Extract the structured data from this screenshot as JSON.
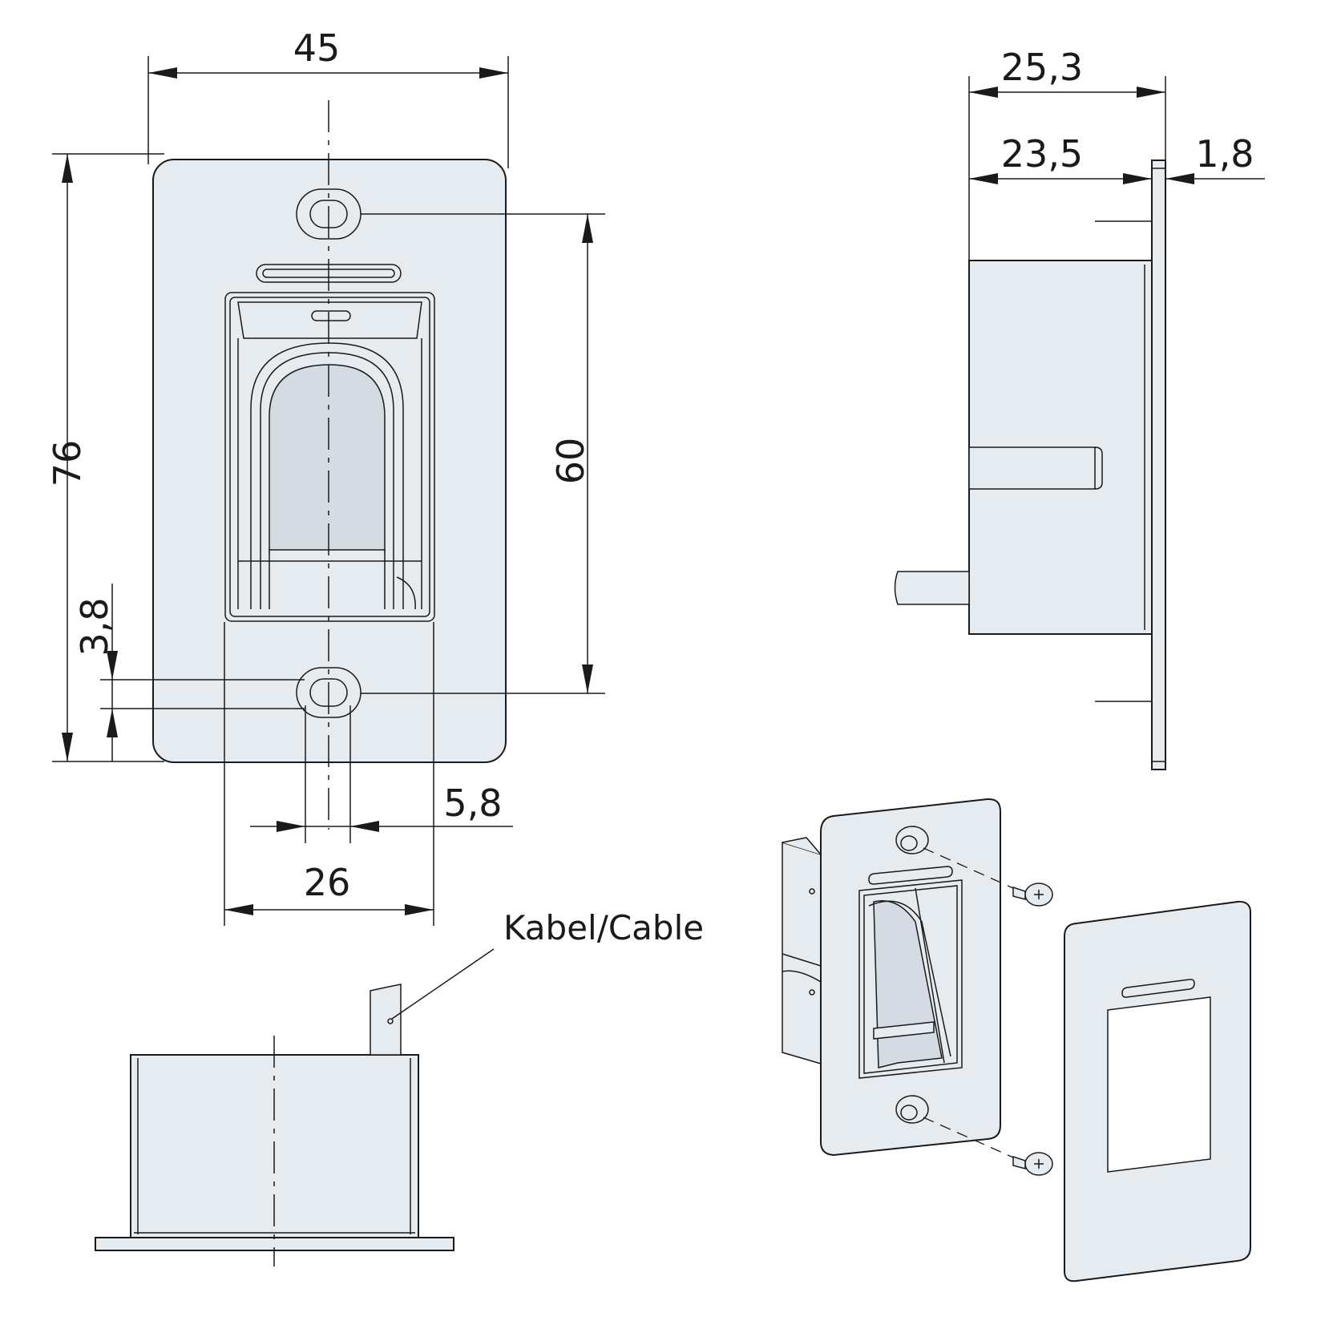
{
  "dimensions": {
    "front_width": "45",
    "front_height": "76",
    "hole_spacing": "60",
    "offset_bottom": "3,8",
    "slot_width": "5,8",
    "cutout_width": "26",
    "side_depth_total": "25,3",
    "side_depth_body": "23,5",
    "plate_thickness": "1,8"
  },
  "labels": {
    "cable": "Kabel/Cable"
  },
  "colors": {
    "part_fill": "#e6ebf0",
    "line": "#1a1a1a"
  }
}
